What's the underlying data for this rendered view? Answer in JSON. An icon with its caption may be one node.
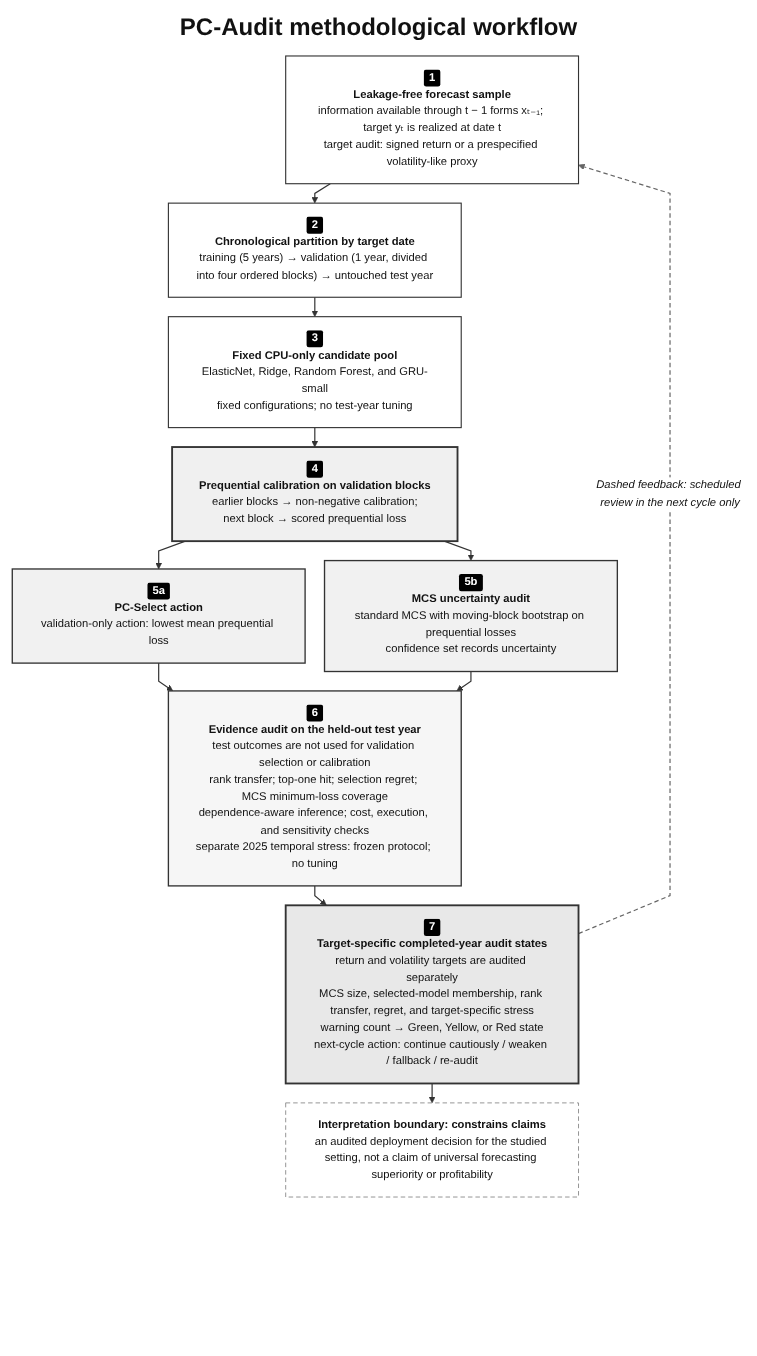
{
  "diagram": {
    "title": "PC-Audit methodological workflow",
    "nodes": [
      {
        "text": [
          "1",
          "Leakage-free forecast sample",
          "information available through t − 1 forms xₜ₋₁; target yₜ is realized at date t",
          "target audit: signed return or a prespecified volatility-like proxy"
        ]
      },
      {
        "text": [
          "2",
          "Chronological partition by target date",
          "training (5 years) → validation (1 year, divided into four ordered blocks) → untouched test year"
        ]
      },
      {
        "text": [
          "3",
          "Fixed CPU-only candidate pool",
          "ElasticNet, Ridge, Random Forest, and GRU-small",
          "fixed configurations; no test-year tuning"
        ]
      },
      {
        "text": [
          "4",
          "Prequential calibration on validation blocks",
          "earlier blocks → non-negative calibration;",
          "next block → scored prequential loss"
        ]
      },
      {
        "text": [
          "5a",
          "PC-Select action",
          "validation-only action: lowest mean prequential loss"
        ]
      },
      {
        "text": [
          "5b",
          "MCS uncertainty audit",
          "standard MCS with moving-block bootstrap on prequential losses",
          "confidence set records uncertainty"
        ]
      },
      {
        "text": [
          "6",
          "Evidence audit on the held-out test year",
          "test outcomes are not used for validation selection or calibration",
          "rank transfer; top-one hit; selection regret; MCS minimum-loss coverage",
          "dependence-aware inference; cost, execution, and sensitivity checks",
          "separate 2025 temporal stress: frozen protocol; no tuning"
        ]
      },
      {
        "text": [
          "7",
          "Target-specific completed-year audit states",
          "return and volatility targets are audited separately",
          "MCS size, selected-model membership, rank transfer, regret, and target-specific stress",
          "warning count → Green, Yellow, or Red state",
          "next-cycle action: continue cautiously / weaken / fallback / re-audit"
        ]
      },
      {
        "text": [
          "Interpretation boundary: constrains claims",
          "an audited deployment decision for the studied setting, not a claim of universal forecasting superiority or profitability"
        ]
      }
    ],
    "edges": [
      {
        "from": 0,
        "to": 1,
        "arrow": "to"
      },
      {
        "from": 1,
        "to": 2,
        "arrow": "to"
      },
      {
        "from": 2,
        "to": 3,
        "arrow": "to"
      },
      {
        "from": 3,
        "to": 4,
        "arrow": "to"
      },
      {
        "from": 3,
        "to": 5,
        "arrow": "to"
      },
      {
        "from": 4,
        "to": 6,
        "arrow": "to"
      },
      {
        "from": 5,
        "to": 6,
        "arrow": "to"
      },
      {
        "from": 6,
        "to": 7,
        "arrow": "to"
      },
      {
        "from": 7,
        "to": 8,
        "arrow": "to"
      },
      {
        "from": 7,
        "to": 0,
        "arrow": "to",
        "style": "dashed",
        "color": "#666666",
        "label": "Dashed feedback: scheduled review in the next cycle only"
      }
    ]
  }
}
